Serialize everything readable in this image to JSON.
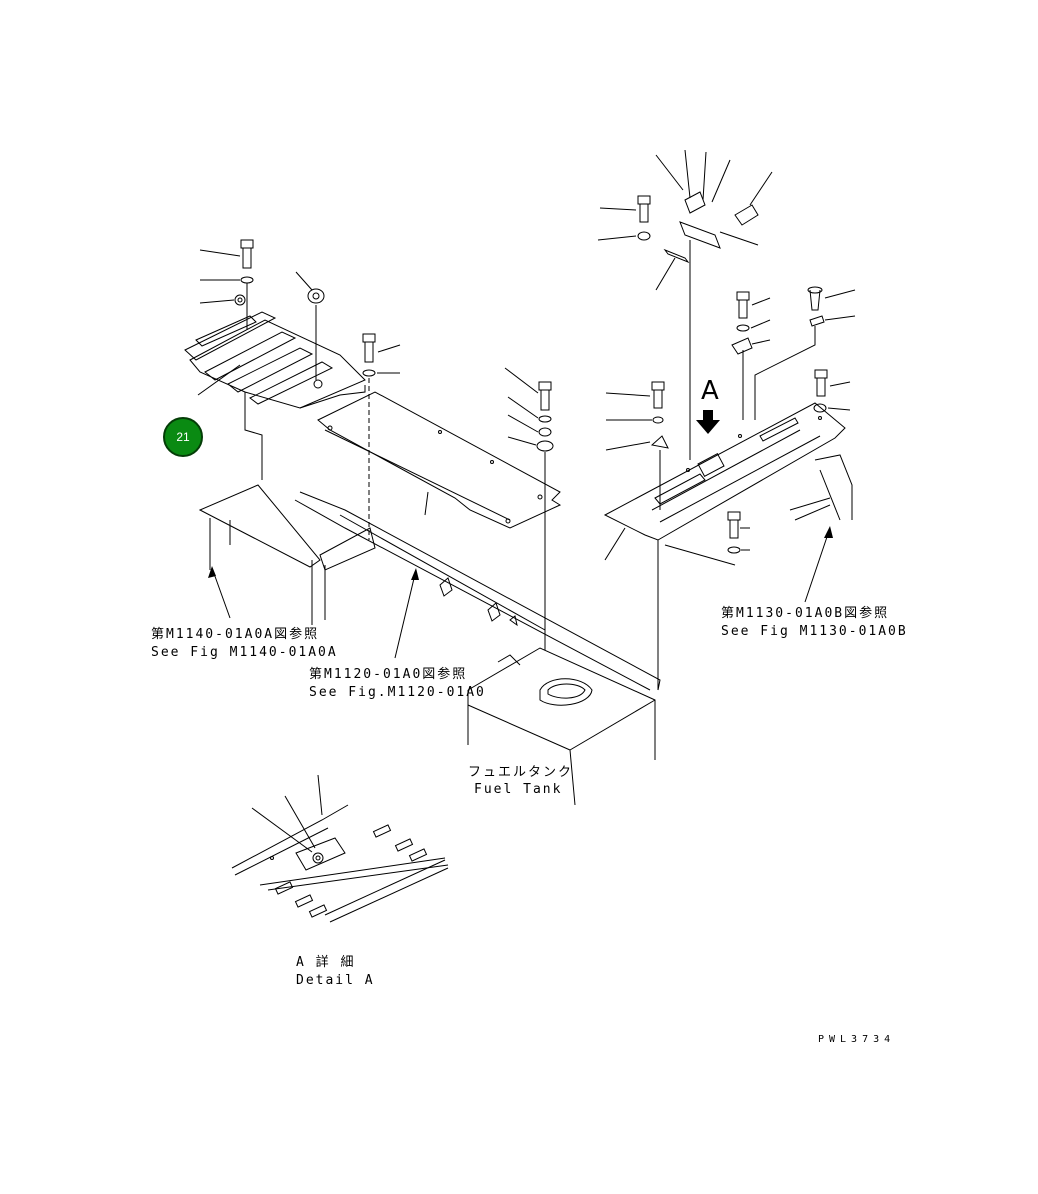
{
  "badge": "21",
  "view_label": "A",
  "refs": {
    "m1140": {
      "jp": "第M1140-01A0A図参照",
      "en": "See Fig M1140-01A0A"
    },
    "m1120": {
      "jp": "第M1120-01A0図参照",
      "en": "See Fig.M1120-01A0"
    },
    "m1130": {
      "jp": "第M1130-01A0B図参照",
      "en": "See Fig M1130-01A0B"
    }
  },
  "fuel_tank": {
    "jp": "フュエルタンク",
    "en": "Fuel Tank"
  },
  "detail": {
    "jp": "A 詳 細",
    "en": "Detail A"
  },
  "drawing_code": "PWL3734"
}
